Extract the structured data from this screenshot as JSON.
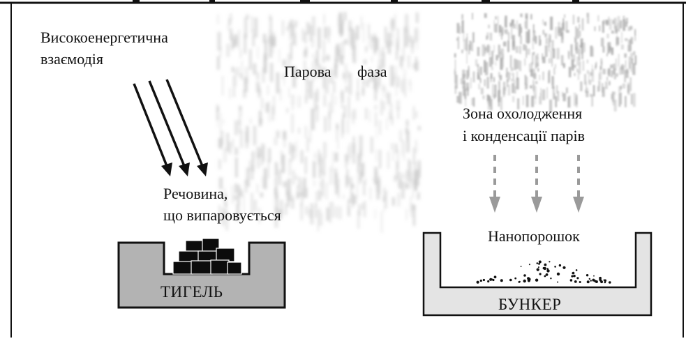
{
  "labels": {
    "interaction_line1": "Високоенергетична",
    "interaction_line2": "взаємодія",
    "vapor_phase_word1": "Парова",
    "vapor_phase_word2": "фаза",
    "substance_line1": "Речовина,",
    "substance_line2": "що випаровується",
    "cooling_zone_line1": "Зона охолодження",
    "cooling_zone_line2": "і конденсації парів",
    "nanopowder": "Нанопорошок",
    "crucible": "ТИГЕЛЬ",
    "bunker": "БУНКЕР"
  },
  "colors": {
    "crucible_fill": "#b3b3b3",
    "bunker_fill": "#e4e4e4",
    "outline": "#111111",
    "vapor_cloud": "#c8c8c8",
    "condensation_cloud": "#a9a9a9",
    "dashed_arrow": "#9a9a9a"
  }
}
